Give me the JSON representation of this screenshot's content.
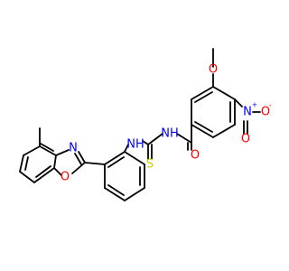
{
  "colors": {
    "bond": "#000000",
    "oxygen": "#ff0000",
    "nitrogen": "#0000ff",
    "sulfur": "#cccc00",
    "carbon": "#000000",
    "background": "#ffffff"
  },
  "atoms": {
    "methoxy_o": "O",
    "nitro_n": "N",
    "nitro_n_charge": "+",
    "nitro_o_right": "O",
    "nitro_o_right_charge": "-",
    "nitro_o_down": "O",
    "amide_nh": "NH",
    "amide_o": "O",
    "thio_s": "S",
    "thio_nh": "NH",
    "oxazole_n": "N",
    "oxazole_o": "O"
  }
}
